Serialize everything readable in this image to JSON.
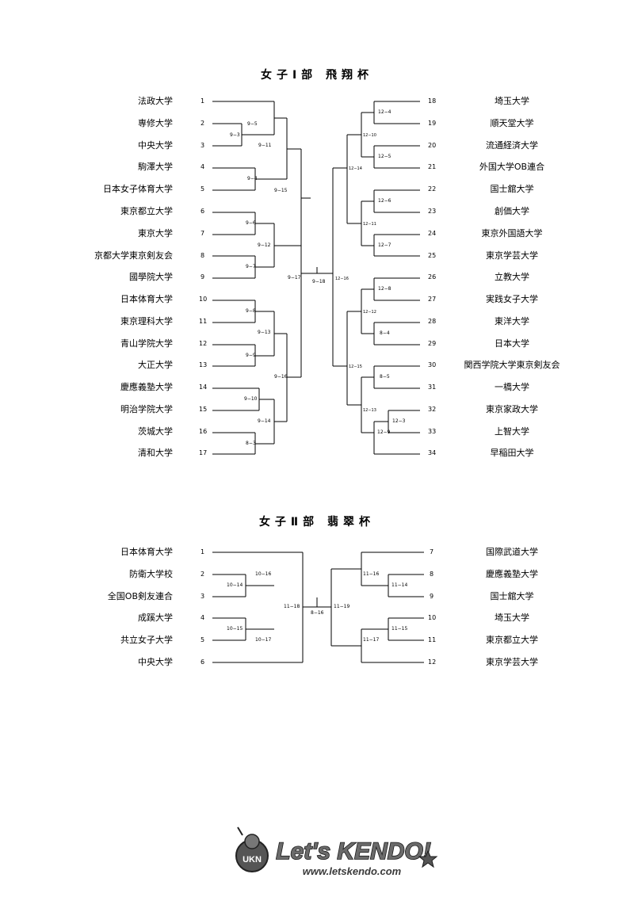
{
  "div1": {
    "title": "女子Ⅰ部 飛翔杯",
    "left": [
      {
        "seed": "1",
        "name": "法政大学"
      },
      {
        "seed": "2",
        "name": "専修大学"
      },
      {
        "seed": "3",
        "name": "中央大学"
      },
      {
        "seed": "4",
        "name": "駒澤大学"
      },
      {
        "seed": "5",
        "name": "日本女子体育大学"
      },
      {
        "seed": "6",
        "name": "東京都立大学"
      },
      {
        "seed": "7",
        "name": "東京大学"
      },
      {
        "seed": "8",
        "name": "京都大学東京剣友会"
      },
      {
        "seed": "9",
        "name": "國學院大学"
      },
      {
        "seed": "10",
        "name": "日本体育大学"
      },
      {
        "seed": "11",
        "name": "東京理科大学"
      },
      {
        "seed": "12",
        "name": "青山学院大学"
      },
      {
        "seed": "13",
        "name": "大正大学"
      },
      {
        "seed": "14",
        "name": "慶應義塾大学"
      },
      {
        "seed": "15",
        "name": "明治学院大学"
      },
      {
        "seed": "16",
        "name": "茨城大学"
      },
      {
        "seed": "17",
        "name": "清和大学"
      }
    ],
    "right": [
      {
        "seed": "18",
        "name": "埼玉大学"
      },
      {
        "seed": "19",
        "name": "順天堂大学"
      },
      {
        "seed": "20",
        "name": "流通経済大学"
      },
      {
        "seed": "21",
        "name": "外国大学OB連合"
      },
      {
        "seed": "22",
        "name": "国士舘大学"
      },
      {
        "seed": "23",
        "name": "創価大学"
      },
      {
        "seed": "24",
        "name": "東京外国語大学"
      },
      {
        "seed": "25",
        "name": "東京学芸大学"
      },
      {
        "seed": "26",
        "name": "立教大学"
      },
      {
        "seed": "27",
        "name": "実践女子大学"
      },
      {
        "seed": "28",
        "name": "東洋大学"
      },
      {
        "seed": "29",
        "name": "日本大学"
      },
      {
        "seed": "30",
        "name": "関西学院大学東京剣友会"
      },
      {
        "seed": "31",
        "name": "一橋大学"
      },
      {
        "seed": "32",
        "name": "東京家政大学"
      },
      {
        "seed": "33",
        "name": "上智大学"
      },
      {
        "seed": "34",
        "name": "早稲田大学"
      }
    ],
    "matches": {
      "m9_3": "9−3",
      "m9_5": "9−5",
      "m9_11": "9−11",
      "m9_4": "9−4",
      "m9_15": "9−15",
      "m9_6": "9−6",
      "m9_12": "9−12",
      "m9_7": "9−7",
      "m9_17": "9−17",
      "m9_8": "9−8",
      "m9_13": "9−13",
      "m9_9": "9−9",
      "m9_16": "9−16",
      "m9_10": "9−10",
      "m9_14": "9−14",
      "m8_3": "8−3",
      "m9_18": "9−18",
      "m12_16": "12−16",
      "m12_14": "12−14",
      "m12_10": "12−10",
      "m12_4": "12−4",
      "m12_5": "12−5",
      "m12_11": "12−11",
      "m12_6": "12−6",
      "m12_7": "12−7",
      "m12_15": "12−15",
      "m12_12": "12−12",
      "m12_8": "12−8",
      "m8_4": "8−4",
      "m12_13": "12−13",
      "m8_5": "8−5",
      "m12_3": "12−3",
      "m12_9": "12−9"
    }
  },
  "div2": {
    "title": "女子Ⅱ部 翡翠杯",
    "left": [
      {
        "seed": "1",
        "name": "日本体育大学"
      },
      {
        "seed": "2",
        "name": "防衛大学校"
      },
      {
        "seed": "3",
        "name": "全国OB剣友連合"
      },
      {
        "seed": "4",
        "name": "成蹊大学"
      },
      {
        "seed": "5",
        "name": "共立女子大学"
      },
      {
        "seed": "6",
        "name": "中央大学"
      }
    ],
    "right": [
      {
        "seed": "7",
        "name": "国際武道大学"
      },
      {
        "seed": "8",
        "name": "慶應義塾大学"
      },
      {
        "seed": "9",
        "name": "国士舘大学"
      },
      {
        "seed": "10",
        "name": "埼玉大学"
      },
      {
        "seed": "11",
        "name": "東京都立大学"
      },
      {
        "seed": "12",
        "name": "東京学芸大学"
      }
    ],
    "matches": {
      "m10_16": "10−16",
      "m10_14": "10−14",
      "m10_15": "10−15",
      "m10_17": "10−17",
      "m11_18": "11−18",
      "m8_16": "8−16",
      "m11_19": "11−19",
      "m11_16": "11−16",
      "m11_14": "11−14",
      "m11_17": "11−17",
      "m11_15": "11−15"
    }
  },
  "logo": {
    "badge": "UKN",
    "wordmark": "Let's KENDO!",
    "url": "www.letskendo.com"
  }
}
